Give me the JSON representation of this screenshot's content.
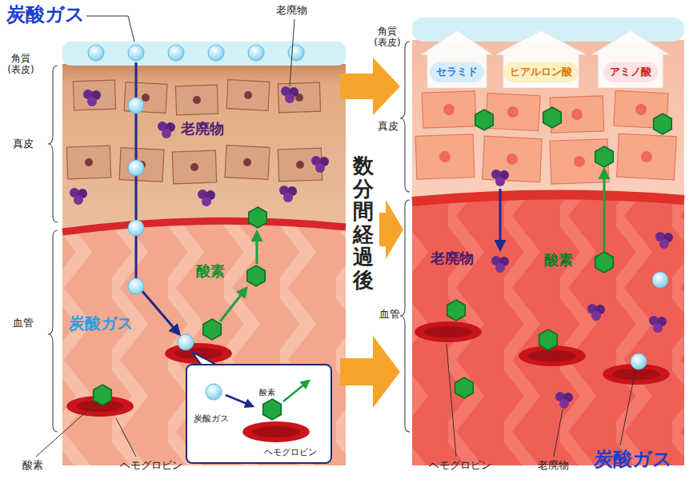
{
  "diagram": {
    "nodes": [
      {
        "text": [
          "炭酸ガス",
          "酸素",
          "ヘモグロビン"
        ]
      },
      {
        "text": [
          "セラミド"
        ]
      },
      {
        "text": [
          "ヒアルロン酸"
        ]
      },
      {
        "text": [
          "アミノ酸"
        ]
      }
    ],
    "labels": [
      "炭酸ガス",
      "老廃物",
      "角質 (表皮)",
      "真皮",
      "老廃物",
      "血管",
      "酸素",
      "炭酸ガス",
      "酸素",
      "ヘモグロビン",
      "数分間経過後",
      "角質 (表皮)",
      "真皮",
      "老廃物",
      "酸素",
      "血管",
      "ヘモグロビン",
      "老廃物",
      "炭酸ガス"
    ]
  }
}
